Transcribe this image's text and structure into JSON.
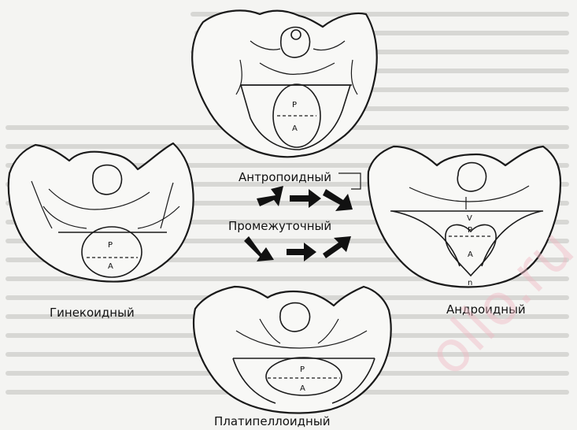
{
  "labels": {
    "anthropoid": "Антропоидный",
    "intermediate": "Промежуточный",
    "gynecoid": "Гинекоидный",
    "android": "Андроидный",
    "platypelloid": "Платипеллоидный"
  },
  "marks": {
    "p": "P",
    "a": "A",
    "v": "V",
    "n": "n"
  },
  "watermark": "ollo.ru",
  "colors": {
    "ink": "#1a1a1a",
    "background": "#f4f4f2",
    "watermark": "#f0b9c4"
  }
}
